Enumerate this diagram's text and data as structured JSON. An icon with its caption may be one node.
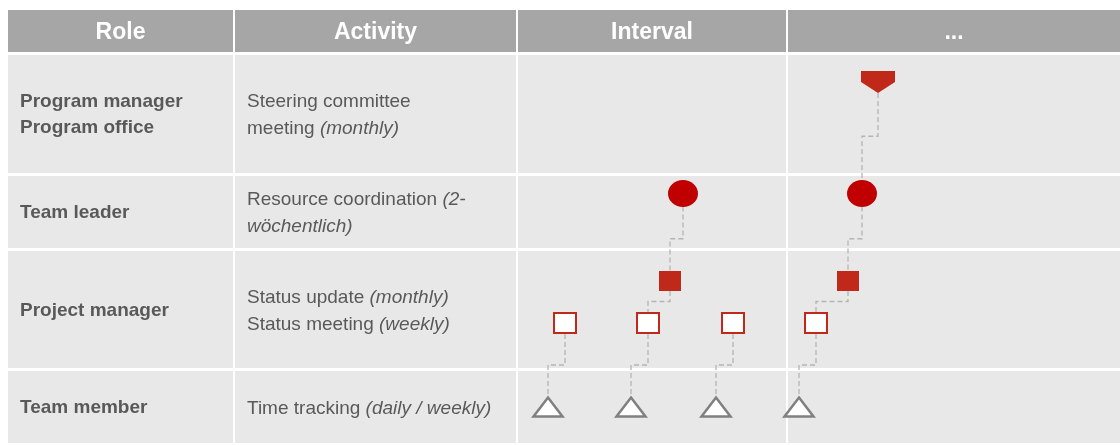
{
  "diagram": {
    "nodes": [
      {
        "text": [],
        "shape": "pentagon"
      },
      {
        "text": [],
        "shape": "circle"
      },
      {
        "text": [],
        "shape": "circle"
      },
      {
        "text": [],
        "shape": "box"
      },
      {
        "text": [],
        "shape": "box"
      },
      {
        "text": [],
        "shape": "box"
      },
      {
        "text": [],
        "shape": "box"
      },
      {
        "text": [],
        "shape": "box"
      },
      {
        "text": [],
        "shape": "box"
      },
      {
        "text": [],
        "shape": "triangle"
      },
      {
        "text": [],
        "shape": "triangle"
      },
      {
        "text": [],
        "shape": "triangle"
      },
      {
        "text": [],
        "shape": "triangle"
      }
    ],
    "edges": [
      {
        "from": 0,
        "to": 2,
        "arrow": "none"
      },
      {
        "from": 1,
        "to": 3,
        "arrow": "none"
      },
      {
        "from": 2,
        "to": 4,
        "arrow": "none"
      },
      {
        "from": 3,
        "to": 6,
        "arrow": "none"
      },
      {
        "from": 4,
        "to": 8,
        "arrow": "none"
      },
      {
        "from": 5,
        "to": 9,
        "arrow": "none"
      },
      {
        "from": 6,
        "to": 10,
        "arrow": "none"
      },
      {
        "from": 7,
        "to": 11,
        "arrow": "none"
      },
      {
        "from": 8,
        "to": 12,
        "arrow": "none"
      }
    ],
    "labels": [
      "Role",
      "Activity",
      "Interval",
      "...",
      "Program manager Program office",
      "Steering committee meeting *(monthly)*",
      "Team leader",
      "Resource coordination *(2-wöchentlich)*",
      "Project manager",
      "Status update *(monthly)*",
      "Status meeting *(weekly)*",
      "Team member",
      "Time tracking *(daily / weekly)*"
    ]
  }
}
